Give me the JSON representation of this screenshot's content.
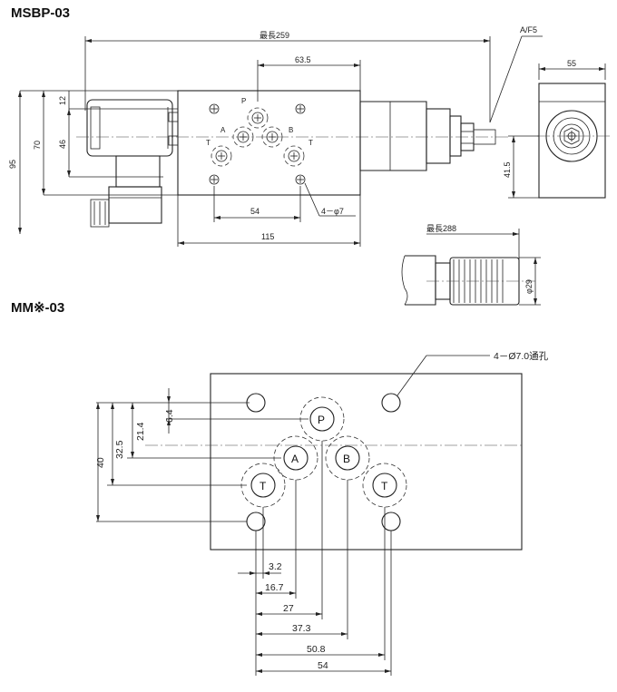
{
  "top_drawing": {
    "title": "MSBP-03",
    "overall_length": "最長259",
    "af_label": "A/F5",
    "dim_63_5": "63.5",
    "dim_55": "55",
    "dim_12": "12",
    "dim_46": "46",
    "dim_70": "70",
    "dim_95": "95",
    "dim_41_5": "41.5",
    "dim_54": "54",
    "dim_115": "115",
    "holes_label": "4－φ7",
    "port_p": "P",
    "port_a": "A",
    "port_b": "B",
    "port_t_left": "T",
    "port_t_right": "T",
    "knob_length": "最長288",
    "knob_dia": "φ29"
  },
  "bottom_drawing": {
    "title": "MM※-03",
    "holes_label": "4－Ø7.0通孔",
    "port_p": "P",
    "port_a": "A",
    "port_b": "B",
    "port_t_left": "T",
    "port_t_right": "T",
    "dim_6_4": "6.4",
    "dim_21_4": "21.4",
    "dim_32_5": "32.5",
    "dim_40": "40",
    "dim_3_2": "3.2",
    "dim_16_7": "16.7",
    "dim_27": "27",
    "dim_37_3": "37.3",
    "dim_50_8": "50.8",
    "dim_54": "54"
  }
}
